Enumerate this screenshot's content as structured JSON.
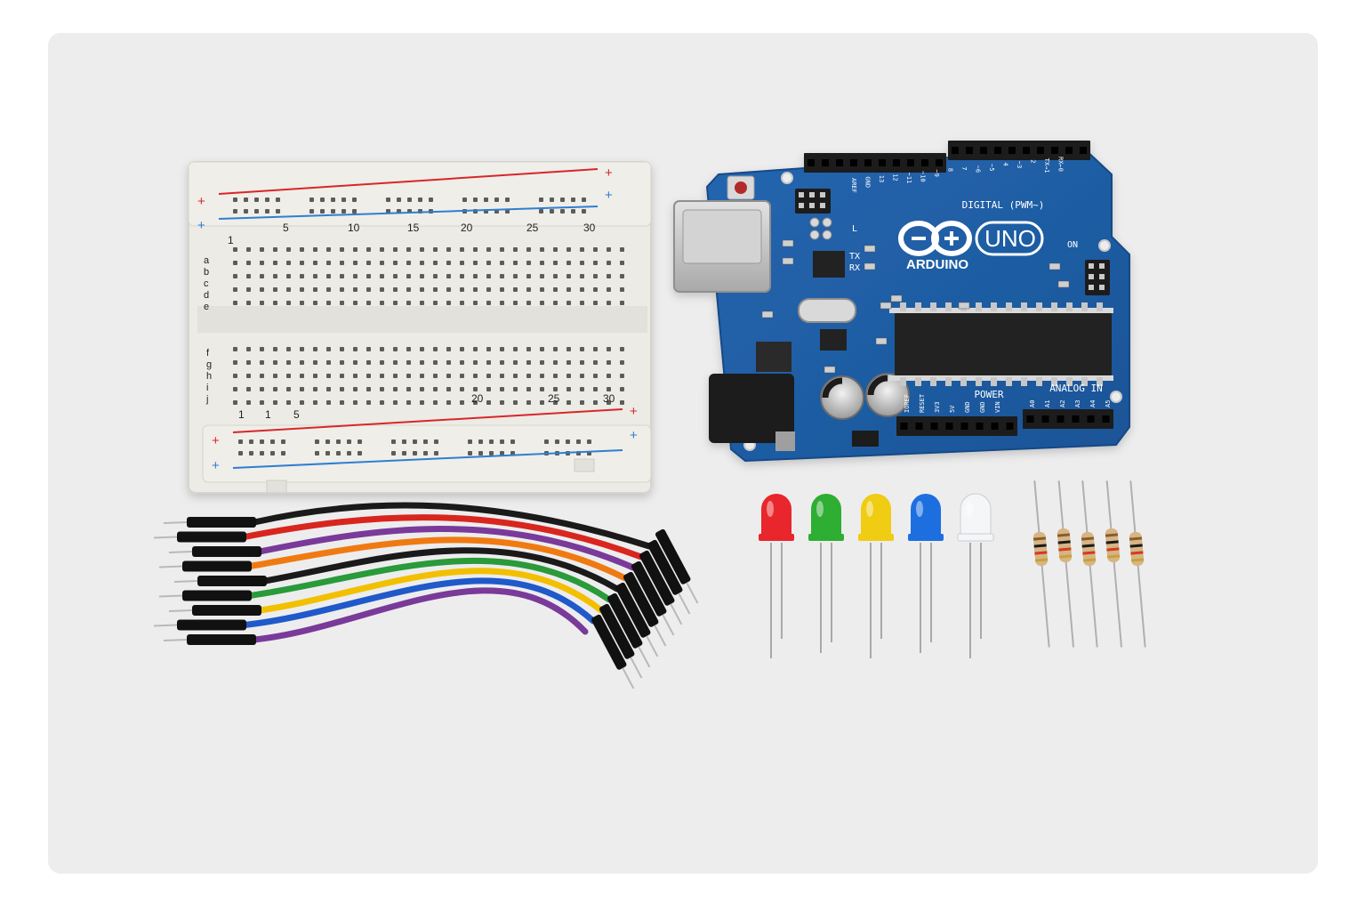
{
  "colors": {
    "page": "#ffffff",
    "card": "#ededee",
    "breadboard": "#ecebe6",
    "breadboard_edge": "#d6d4cc",
    "rail_red": "#d9262b",
    "rail_blue": "#2f7fd1",
    "pcb": "#1f5fa6",
    "pcb_dark": "#174b86",
    "header": "#1b1b1b",
    "chip": "#222222",
    "silver": "#c9c9c9",
    "wire_black": "#1a1a1a",
    "wire_red": "#d8261f",
    "wire_orange": "#f07a12",
    "wire_yellow": "#f2c000",
    "wire_green": "#2a9a3a",
    "wire_blue": "#2059c9",
    "wire_purple": "#7a3a99",
    "led_red": "#e8262b",
    "led_green": "#2eae32",
    "led_yellow": "#f0cc12",
    "led_blue": "#1d6fe0",
    "led_clear": "#f4f6f8",
    "resistor_body": "#d7b483"
  },
  "breadboard": {
    "rail_plus": "+",
    "rail_minus": "+",
    "top_numbers": [
      "1",
      "5",
      "10",
      "15",
      "20",
      "25",
      "30"
    ],
    "bottom_numbers": [
      "1",
      "1",
      "5",
      "20",
      "25",
      "30"
    ],
    "rows_top": [
      "a",
      "b",
      "c",
      "d",
      "e"
    ],
    "rows_bottom": [
      "f",
      "g",
      "h",
      "i",
      "j"
    ]
  },
  "arduino": {
    "brand": "ARDUINO",
    "model": "UNO",
    "digital_label": "DIGITAL (PWM~)",
    "power_label": "POWER",
    "analog_label": "ANALOG IN",
    "tx_label": "TX",
    "rx_label": "RX",
    "on_label": "ON",
    "l_label": "L",
    "power_pins": [
      "IOREF",
      "RESET",
      "3V3",
      "5V",
      "GND",
      "GND",
      "VIN"
    ],
    "analog_pins": [
      "A0",
      "A1",
      "A2",
      "A3",
      "A4",
      "A5"
    ],
    "digital_pins": [
      "AREF",
      "GND",
      "13",
      "12",
      "~11",
      "~10",
      "~9",
      "8",
      "7",
      "~6",
      "~5",
      "4",
      "~3",
      "2",
      "TX→1",
      "RX←0"
    ]
  },
  "leds": [
    {
      "name": "red",
      "color": "#e8262b"
    },
    {
      "name": "green",
      "color": "#2eae32"
    },
    {
      "name": "yellow",
      "color": "#f0cc12"
    },
    {
      "name": "blue",
      "color": "#1d6fe0"
    },
    {
      "name": "clear",
      "color": "#f4f6f8"
    }
  ],
  "resistors": {
    "count": 5,
    "bands": [
      "#8a5a2b",
      "#1a1a1a",
      "#d33b1f",
      "#c8a13a"
    ]
  },
  "jumper_wires": {
    "colors": [
      "#1a1a1a",
      "#d8261f",
      "#7a3a99",
      "#f07a12",
      "#1a1a1a",
      "#2a9a3a",
      "#f2c000",
      "#2059c9",
      "#7a3a99"
    ]
  }
}
